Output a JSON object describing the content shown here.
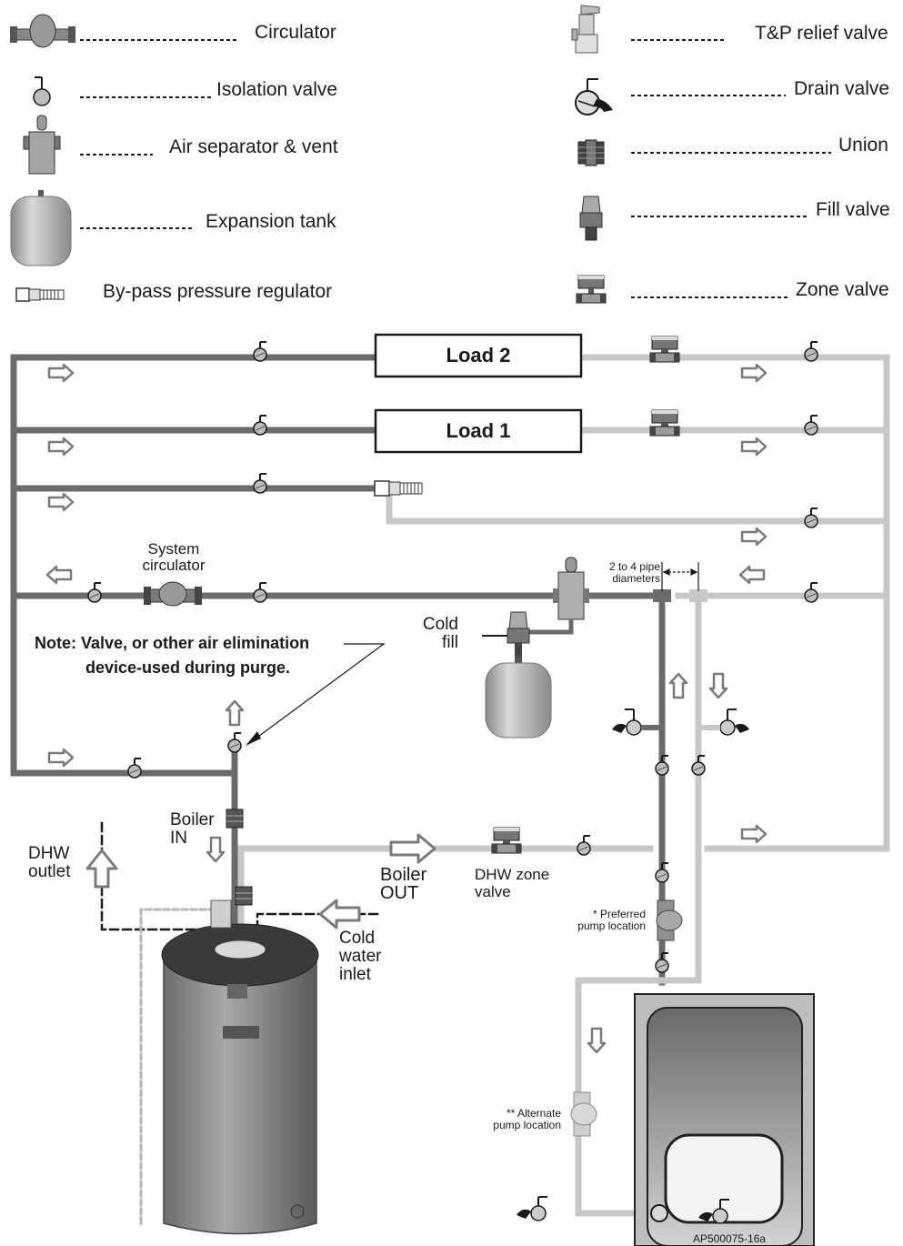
{
  "legend": {
    "left": [
      {
        "icon": "circulator-icon",
        "label": "Circulator"
      },
      {
        "icon": "isolation-valve-icon",
        "label": "Isolation valve"
      },
      {
        "icon": "air-separator-icon",
        "label": "Air separator & vent"
      },
      {
        "icon": "expansion-tank-icon",
        "label": "Expansion tank"
      },
      {
        "icon": "bypass-regulator-icon",
        "label": "By-pass pressure regulator"
      }
    ],
    "right": [
      {
        "icon": "tp-relief-valve-icon",
        "label": "T&P relief valve"
      },
      {
        "icon": "drain-valve-icon",
        "label": "Drain valve"
      },
      {
        "icon": "union-icon",
        "label": "Union"
      },
      {
        "icon": "fill-valve-icon",
        "label": "Fill valve"
      },
      {
        "icon": "zone-valve-icon",
        "label": "Zone valve"
      }
    ]
  },
  "loads": {
    "load2": "Load 2",
    "load1": "Load 1"
  },
  "labels": {
    "system_circulator": [
      "System",
      "circulator"
    ],
    "pipe_spacing": [
      "2 to 4 pipe",
      "diameters"
    ],
    "cold_fill": [
      "Cold",
      "fill"
    ],
    "note": [
      "Note: Valve, or other air elimination",
      "device-used during purge."
    ],
    "boiler_in": [
      "Boiler",
      "IN"
    ],
    "dhw_outlet": [
      "DHW",
      "outlet"
    ],
    "boiler_out": [
      "Boiler",
      "OUT"
    ],
    "dhw_zone_valve": [
      "DHW zone",
      "valve"
    ],
    "cold_water_inlet": [
      "Cold",
      "water",
      "inlet"
    ],
    "preferred_pump": [
      "* Preferred",
      "pump location"
    ],
    "alternate_pump": [
      "** Alternate",
      "pump location"
    ],
    "figure_id": "AP500075-16a"
  },
  "colors": {
    "supply_pipe": "#6b6b6b",
    "return_pipe": "#c7c7c7",
    "outline": "#1a1a1a"
  }
}
